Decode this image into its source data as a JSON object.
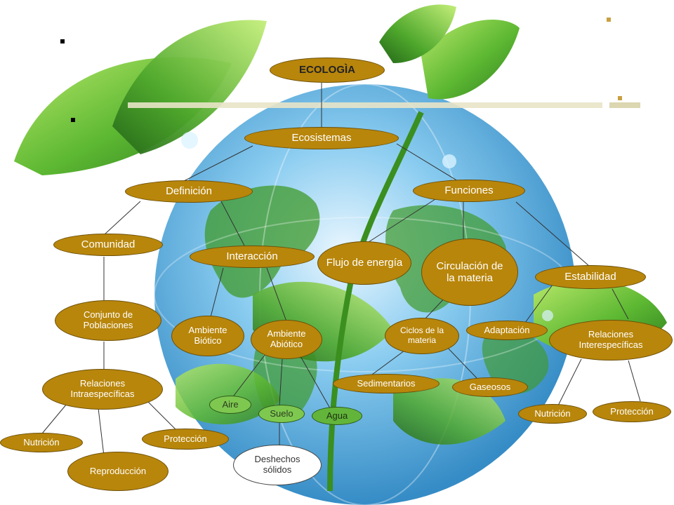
{
  "title": "ECOLOGÌA",
  "nodes": {
    "ecologia": "ECOLOGÌA",
    "ecosistemas": "Ecosistemas",
    "definicion": "Definición",
    "funciones": "Funciones",
    "comunidad": "Comunidad",
    "interaccion": "Interacción",
    "flujo": "Flujo de energía",
    "circulacion": "Circulación de la materia",
    "estabilidad": "Estabilidad",
    "conjunto": "Conjunto de Poblaciones",
    "ambiente_biotico": "Ambiente Biótico",
    "ambiente_abiotico": "Ambiente Abiótico",
    "ciclos": "Ciclos de la materia",
    "adaptacion": "Adaptación",
    "relaciones_inter": "Relaciones Interespecíficas",
    "relaciones_intra": "Relaciones Intraespecíficas",
    "aire": "Aire",
    "suelo": "Suelo",
    "agua": "Agua",
    "sedimentarios": "Sedimentarios",
    "gaseosos": "Gaseosos",
    "nutricion_inter": "Nutrición",
    "proteccion_inter": "Protección",
    "nutricion_intra": "Nutrición",
    "proteccion_intra": "Protección",
    "reproduccion": "Reproducción",
    "deshechos": "Deshechos sólidos"
  },
  "colors": {
    "node_fill": "#b8860b",
    "node_text": "#ffffff",
    "green_node": "#62b53a",
    "leaf_dark": "#2e7d1f",
    "leaf_light": "#8fd14f",
    "globe": "#4aa8d8",
    "accent_square": "#c8a040"
  },
  "decor": {
    "background": "globe-and-leaves-illustration"
  }
}
